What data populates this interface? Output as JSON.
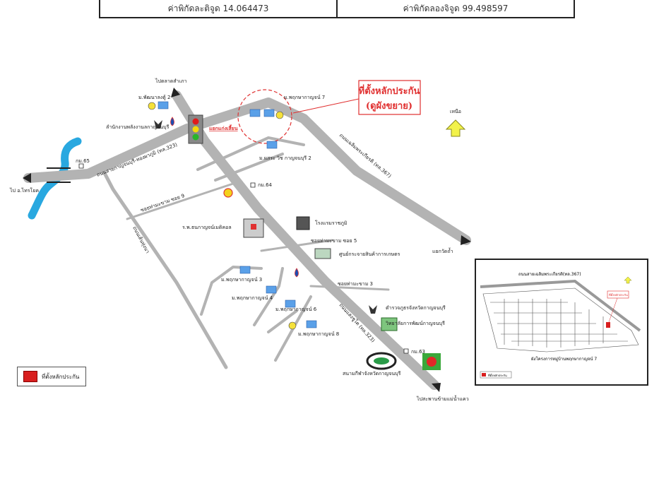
{
  "coordinates": {
    "latitude_label": "ค่าพิกัดละติจูด 14.064473",
    "longitude_label": "ค่าพิกัดลองจิจูด 99.498597"
  },
  "callout": {
    "title": "ที่ตั้งหลักประกัน",
    "subtitle": "(ดูผังขยาย)"
  },
  "places": {
    "to_kanchanaburi_town": "ไปตลาดสำเภา",
    "moo_ban_top": "ม.พัฒนาลงตู้ 2",
    "provincial_office": "ลำนักงานพลังงานลกาญจนบุรี",
    "village_7": "ม.พฤกษากาญจน์ 7",
    "traffic_junction": "แยกแก่งเสี้ยน",
    "to_sai_yok": "ไป อ.ไทรโยค",
    "km_marker_65": "กม.65",
    "main_road_left": "ถนนสายกาญจนบุรี-ทองผาภูมิ (ทล.323)",
    "village_2": "ม.ผสระ วิช กาญจนบุรี 2",
    "road_chaloem": "ถนนเฉลิมพระเกียรติ (ทล.367)",
    "km_marker_64": "กม.64",
    "soi_9": "ซอยท่ามะขาม ซอย 9",
    "road_side": "ถนนเส้นทุ่งนา",
    "hospital": "ร.พ.ธนกาญจน์เมดิคอล",
    "hotel": "โรงแรมราชภูมิ",
    "to_wat": "แยกวัดถ้ำ",
    "soi_5": "ซอยท่ามะขาม ซอย 5",
    "warehouse": "ศูนย์กระจายสินค้าการเกษตร",
    "village_3": "ม.พฤกษากาญจน์ 3",
    "village_4": "ม.พฤกษากาญจน์ 4",
    "soi_3": "ซอยท่ามะขาม 3",
    "village_6": "ม.พฤกษากาญจน์ 6",
    "village_8": "ม.พฤกษากาญจน์ 8",
    "road_south": "ถนนแสงชูโต (ทล.323)",
    "police": "ตำรวจภูธรจังหวัดกาญจนบุรี",
    "college": "วิทยาลัยการพัฒน์กาญจนบุรี",
    "km_marker_63": "กม.63",
    "stadium": "สนามกีฬาจังหวัดกาญจนบุรี",
    "to_bridge": "ไปสะพานข้ามแม่น้ำแคว",
    "north_label": "เหนือ"
  },
  "legend": {
    "label": "ที่ตั้งหลักประกัน"
  },
  "inset": {
    "road_label": "ถนนสายเฉลิมพระเกียรติ(ทล.367)",
    "caption": "ผังโครงการหมู่บ้านพฤกษากาญจน์ 7",
    "legend_label": "ที่ตั้งหลักประกัน",
    "marker_label": "ที่ตั้งหลักประกัน"
  },
  "colors": {
    "road": "#b3b3b3",
    "river": "#29a8e0",
    "accent_red": "#e03030",
    "north_arrow": "#f2f24a"
  },
  "icons": {
    "village": "house-icon",
    "traffic": "traffic-light-icon",
    "temple": "building-icon",
    "shell": "shell-station-icon",
    "ptt": "ptt-station-icon",
    "garuda": "government-emblem-icon",
    "stadium": "stadium-icon"
  }
}
